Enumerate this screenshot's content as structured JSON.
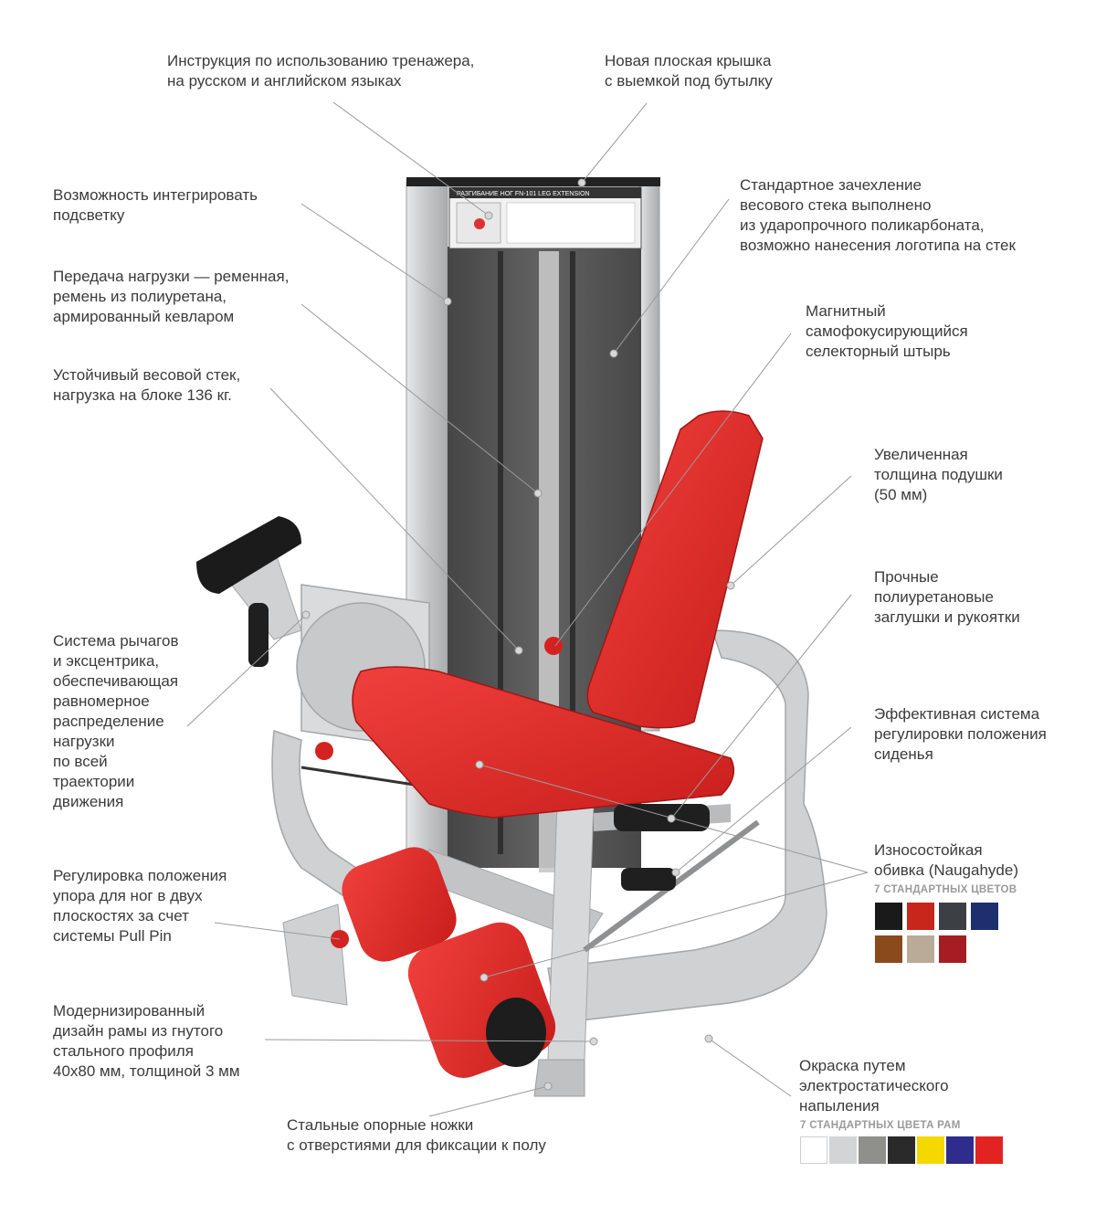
{
  "annotations": {
    "instruction": "Инструкция по использованию тренажера,\nна русском и английском языках",
    "cover": "Новая плоская крышка\nс выемкой под бутылку",
    "lighting": "Возможность интегрировать\nподсветку",
    "shroud": "Стандартное зачехление\nвесового стека выполнено\nиз ударопрочного поликарбоната,\nвозможно нанесения логотипа на стек",
    "belt": "Передача нагрузки — ременная,\nремень из полиуретана,\nармированный кевларом",
    "pin": "Магнитный\nсамофокусирующийся\nселекторный штырь",
    "stack": "Устойчивый весовой стек,\nнагрузка на блоке 136 кг.",
    "pad": "Увеличенная\nтолщина подушки\n(50 мм)",
    "caps": "Прочные\nполиуретановые\nзаглушки и рукоятки",
    "cam": "Система рычагов\nи эксцентрика,\nобеспечивающая\nравномерное\nраспределение\nнагрузки\nпо всей\nтраектории\nдвижения",
    "seat_adj": "Эффективная система\nрегулировки положения\nсиденья",
    "upholstery": "Износостойкая\nобивка (Naugahyde)",
    "foot": "Регулировка положения\nупора для ног в двух\nплоскостях за счет\nсистемы Pull Pin",
    "frame": "Модернизированный\nдизайн рамы из гнутого\nстального профиля\n40x80 мм, толщиной 3 мм",
    "paint": "Окраска путем\nэлектростатического\nнапыления",
    "feet": "Стальные опорные ножки\nс отверстиями для фиксации к полу"
  },
  "upholstery_colors": {
    "label": "7 СТАНДАРТНЫХ ЦВЕТОВ",
    "swatches": [
      "#1a1a1a",
      "#c8261b",
      "#3c3f44",
      "#1d2f6e",
      "#8a4a1c",
      "#b9ab98",
      "#a51d22"
    ]
  },
  "frame_colors": {
    "label": "7 СТАНДАРТНЫХ ЦВЕТА РАМ",
    "swatches": [
      "#ffffff",
      "#d2d4d6",
      "#8f8f8c",
      "#2a2a2a",
      "#f5d800",
      "#2e2c8c",
      "#e32222"
    ]
  },
  "placard": {
    "title": "РАЗГИБАНИЕ НОГ FN-101 LEG EXTENSION"
  },
  "colors": {
    "frame": "#c9cbcd",
    "upholstery": "#e02a28",
    "stack": "#4b4b4b",
    "leader": "#9a9a9a"
  }
}
